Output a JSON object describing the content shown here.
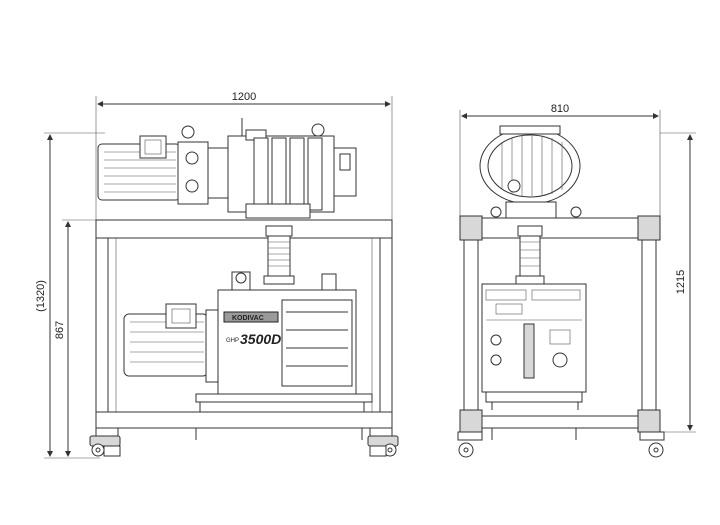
{
  "dimensions": {
    "front_width": "1200",
    "front_total_height": "(1320)",
    "front_frame_height": "867",
    "side_width": "810",
    "side_height": "1215"
  },
  "labels": {
    "brand": "KODIVAC",
    "model": "3500D",
    "pump_type": "GHP"
  },
  "colors": {
    "line": "#333333",
    "background": "#ffffff"
  }
}
